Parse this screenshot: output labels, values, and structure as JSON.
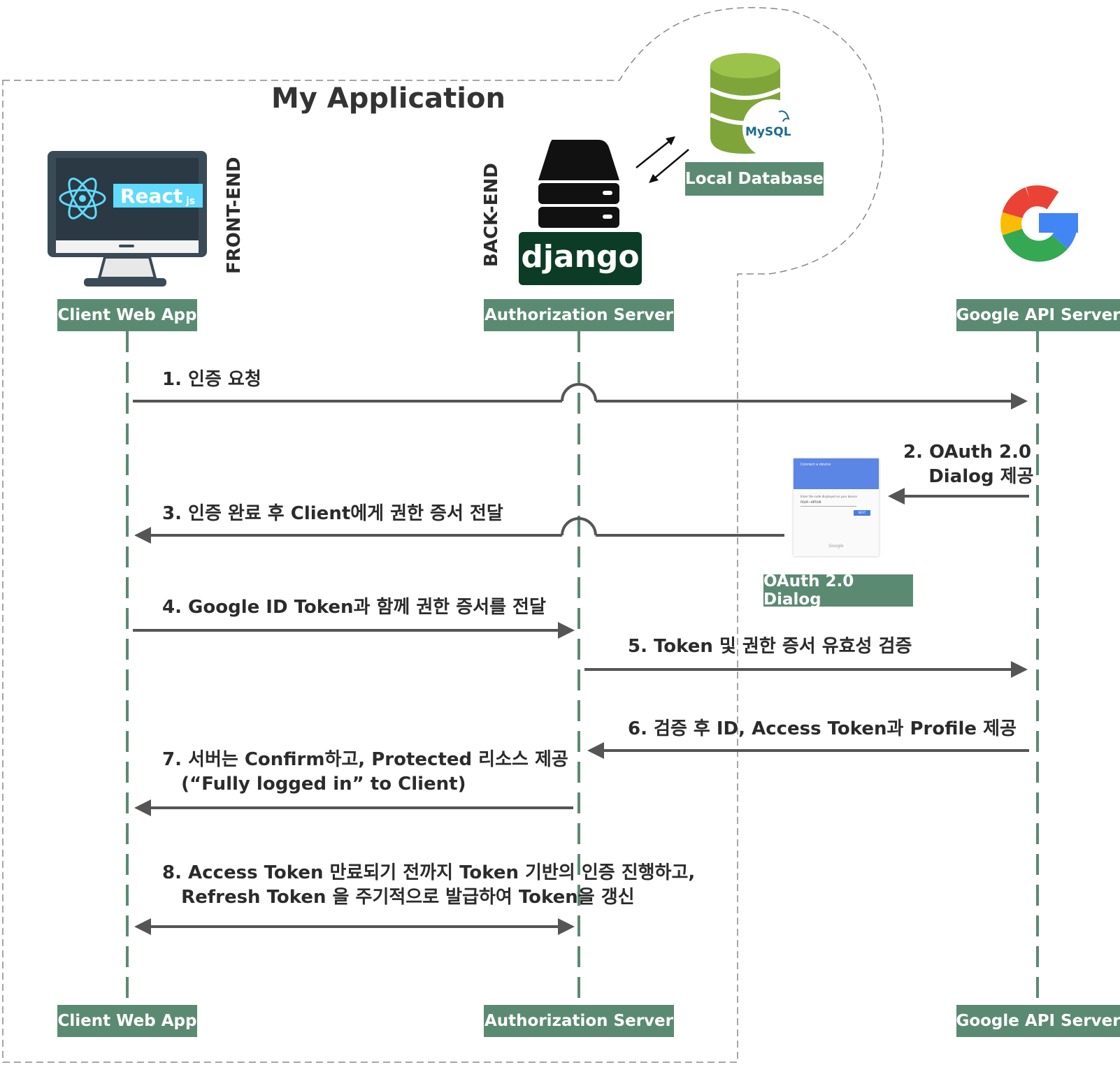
{
  "title": "My Application",
  "labels": {
    "front_end": "FRONT-END",
    "back_end": "BACK-END"
  },
  "actors": {
    "client": "Client Web App",
    "auth": "Authorization Server",
    "google": "Google API Server"
  },
  "database": {
    "label": "Local Database",
    "logo_text": "MySQL"
  },
  "react_logo_text": "React",
  "react_logo_suffix": "js",
  "django_logo_text": "django",
  "oauth_dialog": {
    "label": "OAuth 2.0 Dialog",
    "header_text": "Connect a device",
    "prompt_text": "Enter the code displayed on your device",
    "code_text": "FKLM—HRTUW",
    "button_text": "NEXT",
    "footer_text": "Google"
  },
  "messages": {
    "m1": "1. 인증 요청",
    "m2": "2. OAuth 2.0\n    Dialog 제공",
    "m3": "3. 인증 완료 후 Client에게 권한 증서 전달",
    "m4": "4. Google ID Token과 함께 권한 증서를 전달",
    "m5": "5. Token 및 권한 증서 유효성 검증",
    "m6": "6. 검증 후 ID, Access Token과 Profile 제공",
    "m7": "7. 서버는 Confirm하고, Protected 리소스 제공\n   (“Fully logged in” to Client)",
    "m8": "8. Access Token 만료되기 전까지 Token 기반의 인증 진행하고,\n   Refresh Token 을 주기적으로 발급하여 Token을 갱신"
  },
  "colors": {
    "accent_green": "#5b8a72",
    "arrow_gray": "#555555",
    "db_green": "#7fa53a",
    "mysql_blue": "#1b6b8f",
    "react_cyan": "#61dafb",
    "django_green": "#0c3c26",
    "google_blue": "#4285f4",
    "google_red": "#ea4335",
    "google_yellow": "#fbbc05",
    "google_green": "#34a853"
  }
}
